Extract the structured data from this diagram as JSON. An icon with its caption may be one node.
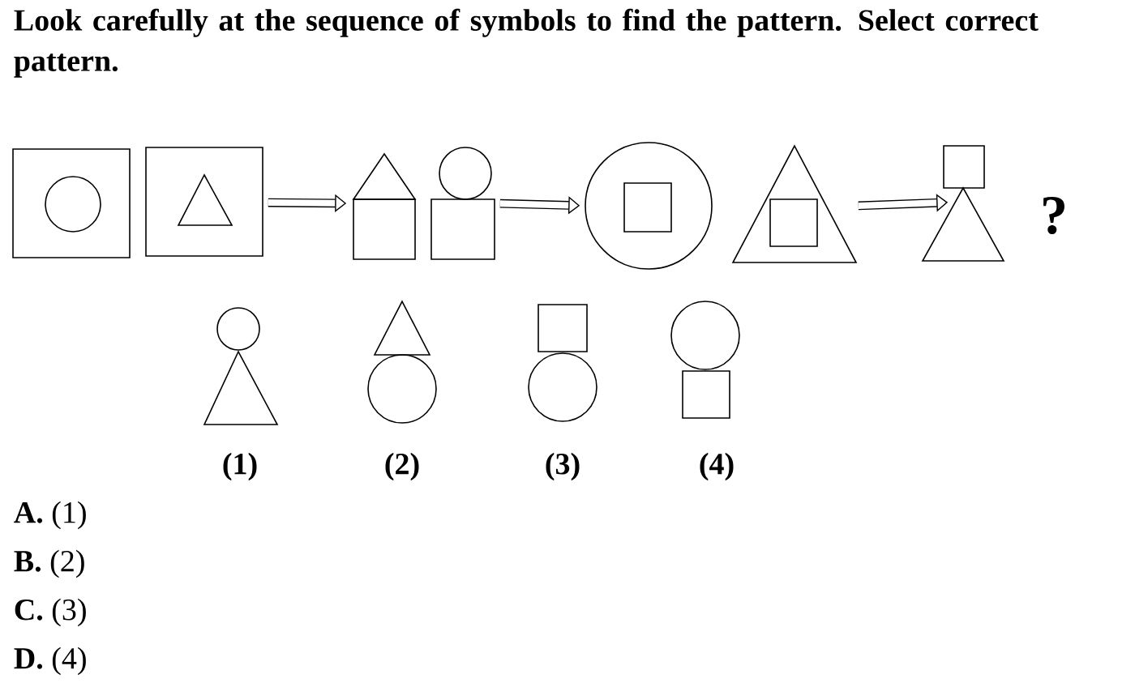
{
  "diagram": {
    "title": "Look carefully at the sequence of symbols to find the pattern. Select correct pattern.",
    "nodes": [
      {
        "text": [],
        "shape": "picture"
      },
      {
        "text": [],
        "shape": "picture"
      },
      {
        "text": [],
        "shape": "picture"
      },
      {
        "text": [],
        "shape": "picture"
      }
    ],
    "edges": [
      {
        "from": 0,
        "to": 1,
        "arrow": "to"
      },
      {
        "from": 1,
        "to": 2,
        "arrow": "to"
      },
      {
        "from": 2,
        "to": 3,
        "arrow": "to"
      }
    ],
    "labels": [
      "?",
      "(1)",
      "(2)",
      "(3)",
      "(4)",
      "**A.** (1)",
      "**B.** (2)",
      "**C.** (3)",
      "**D.** (4)"
    ]
  }
}
